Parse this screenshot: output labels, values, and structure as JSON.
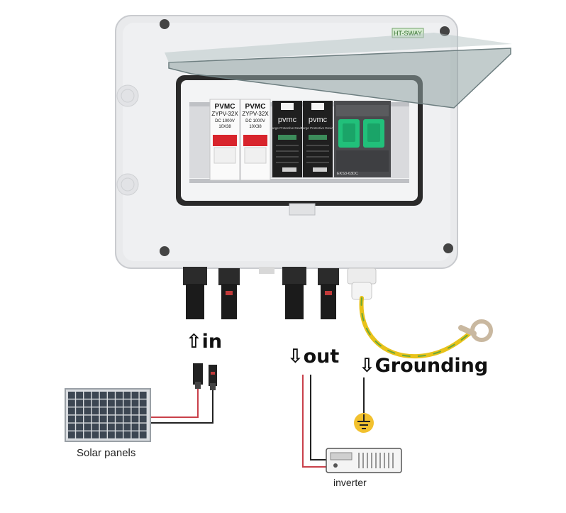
{
  "enclosure": {
    "brand_tag": "HT-SWAY",
    "breakers": [
      {
        "brand": "PVMC",
        "model": "ZYPV-32X",
        "rating": "DC 1000V",
        "size": "10X38"
      },
      {
        "brand": "PVMC",
        "model": "ZYPV-32X",
        "rating": "DC 1000V",
        "size": "10X38"
      }
    ],
    "spd": [
      {
        "brand": "pvmc",
        "name": "Surge Protective Device"
      },
      {
        "brand": "pvmc",
        "name": "Surge Protective Device"
      }
    ],
    "isolator_label": "EKS3-63DC"
  },
  "labels": {
    "in_arrow": "⇧",
    "in": "in",
    "out_arrow": "⇩",
    "out": "out",
    "ground_arrow": "⇩",
    "grounding": "Grounding",
    "solar_panels": "Solar panels",
    "inverter": "inverter"
  },
  "colors": {
    "enclosure": "#e9eaec",
    "cover": "#9fb0b0",
    "breaker_red": "#d8242c",
    "spd_black": "#1f1f1f",
    "isolator_green": "#21c07a",
    "ground_wire": "#e8c21a",
    "wire_red": "#c9404a",
    "wire_black": "#222222",
    "ground_icon": "#f2c12e"
  }
}
